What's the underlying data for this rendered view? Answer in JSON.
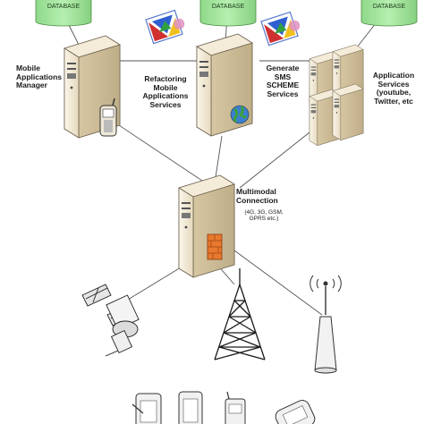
{
  "database_label": "DATABASE",
  "nodes": {
    "manager": {
      "label": [
        "Mobile",
        "Applications",
        "Manager"
      ]
    },
    "refactoring": {
      "label": [
        "Refactoring",
        "Mobile",
        "Applications",
        "Services"
      ]
    },
    "sms": {
      "label": [
        "Generate",
        "SMS",
        "SCHEME",
        "Services"
      ]
    },
    "app_services": {
      "label": [
        "Application",
        "Services",
        "(youtube,",
        "Twitter, etc"
      ]
    },
    "multimodal": {
      "label": [
        "Multimodal",
        "Connection"
      ],
      "sublabel": [
        "(4G, 3G, GSM,",
        "GPRS etc.)"
      ]
    }
  },
  "colors": {
    "database": "#a6e7a0",
    "server": "#efe4cc",
    "tower": "#1a1a1a",
    "line": "#555555"
  }
}
